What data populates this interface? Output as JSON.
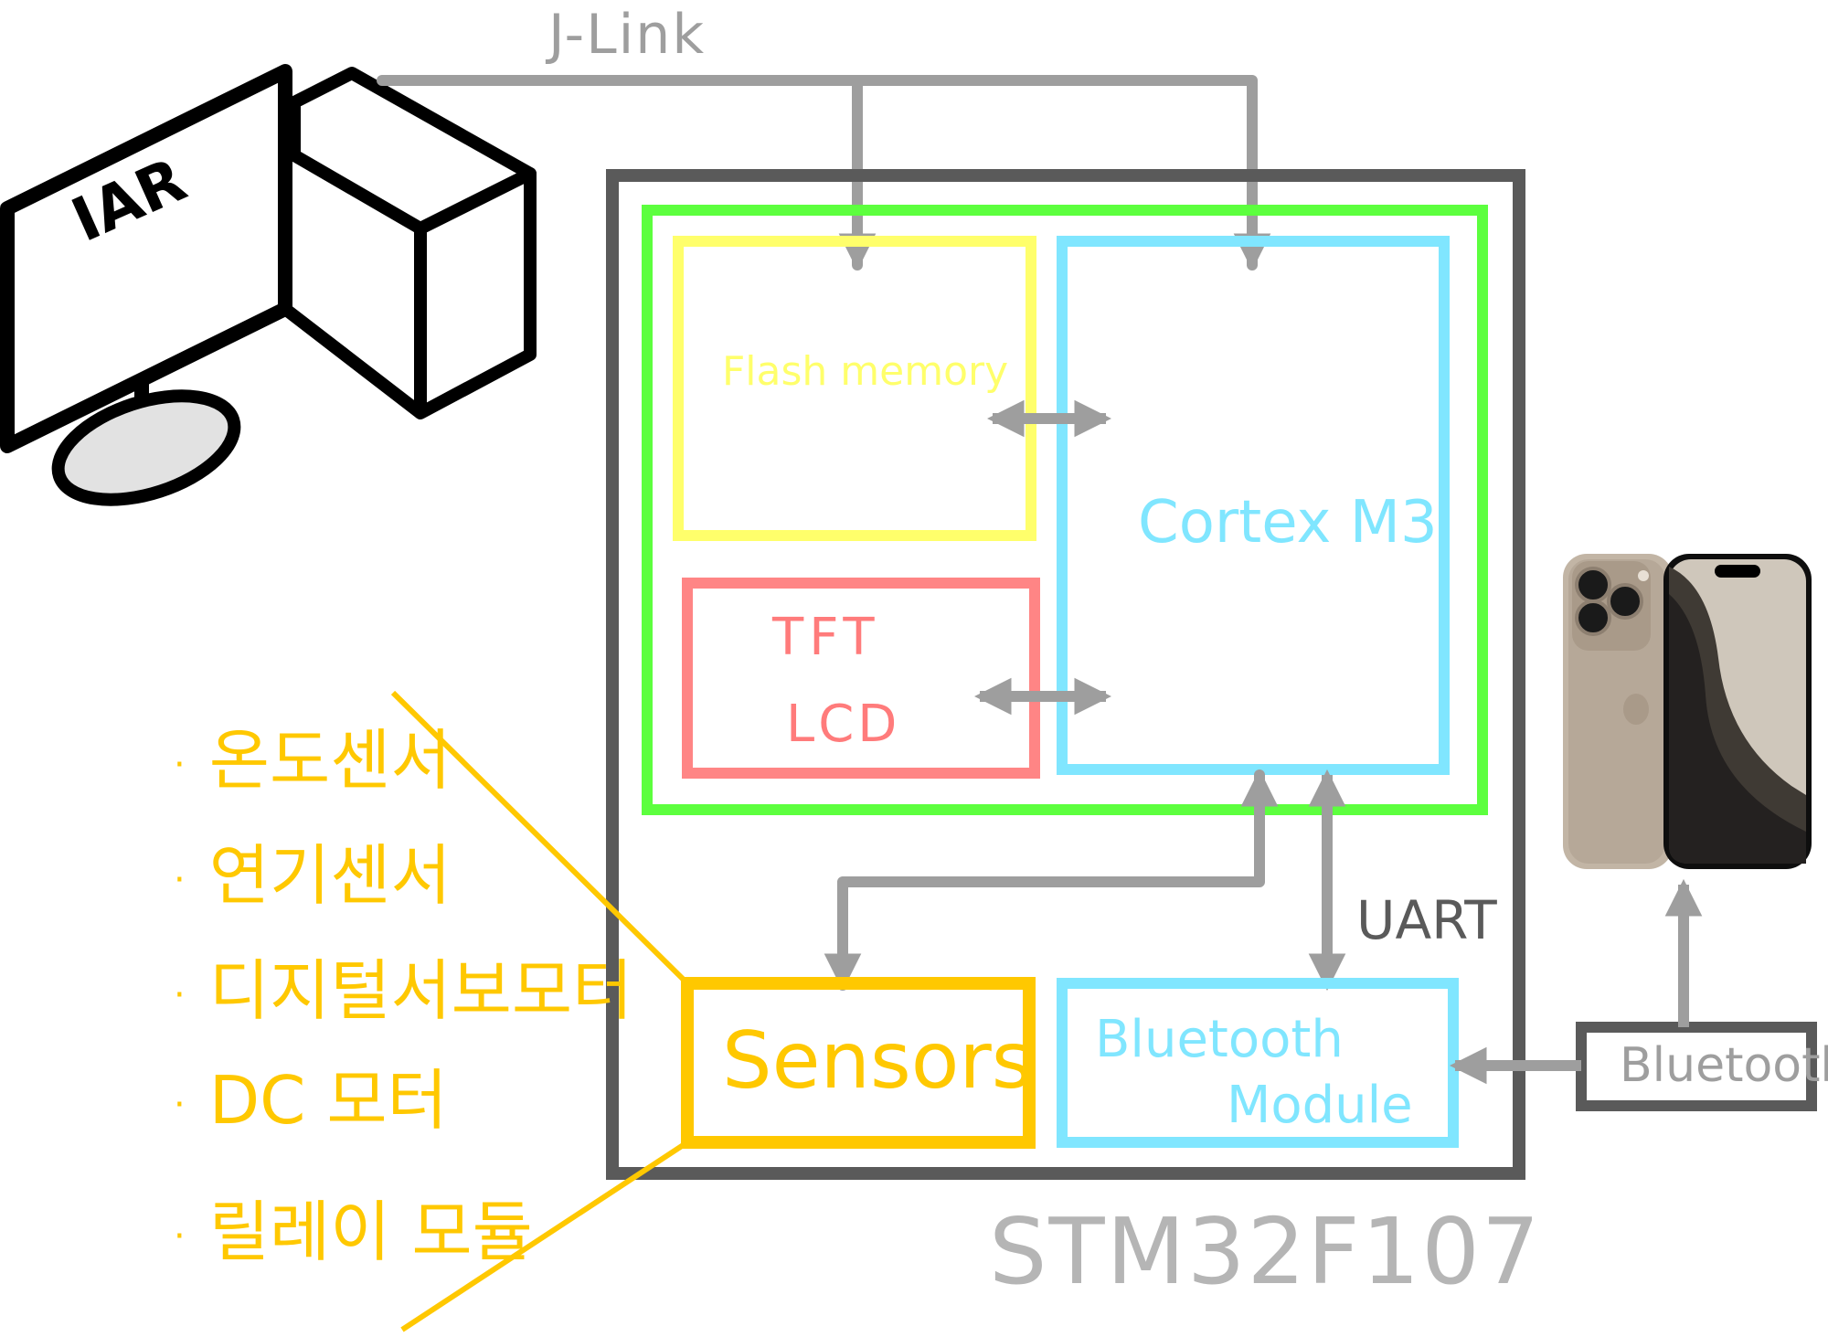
{
  "diagram": {
    "jlink_label": "J-Link",
    "ide_label": "IAR",
    "mcu_label": "STM32F107",
    "blocks": {
      "flash": "Flash memory",
      "cortex": "Cortex M3",
      "tft": "TFT",
      "lcd": "LCD",
      "sensors": "Sensors",
      "bluetooth_module_line1": "Bluetooth",
      "bluetooth_module_line2": "Module",
      "bluetooth_external": "Bluetooth"
    },
    "uart_label": "UART",
    "sensor_list": [
      "온도센서",
      "연기센서",
      "디지털서보모터",
      "DC 모터",
      "릴레이 모듈"
    ],
    "bullet": "·",
    "colors": {
      "green": "#5cff3e",
      "yellow": "#ffff6b",
      "cyan": "#80e6ff",
      "red": "#ff8585",
      "gold": "#ffc800",
      "gray": "#9e9e9e",
      "dark": "#5a5a5a",
      "black": "#000000"
    }
  }
}
